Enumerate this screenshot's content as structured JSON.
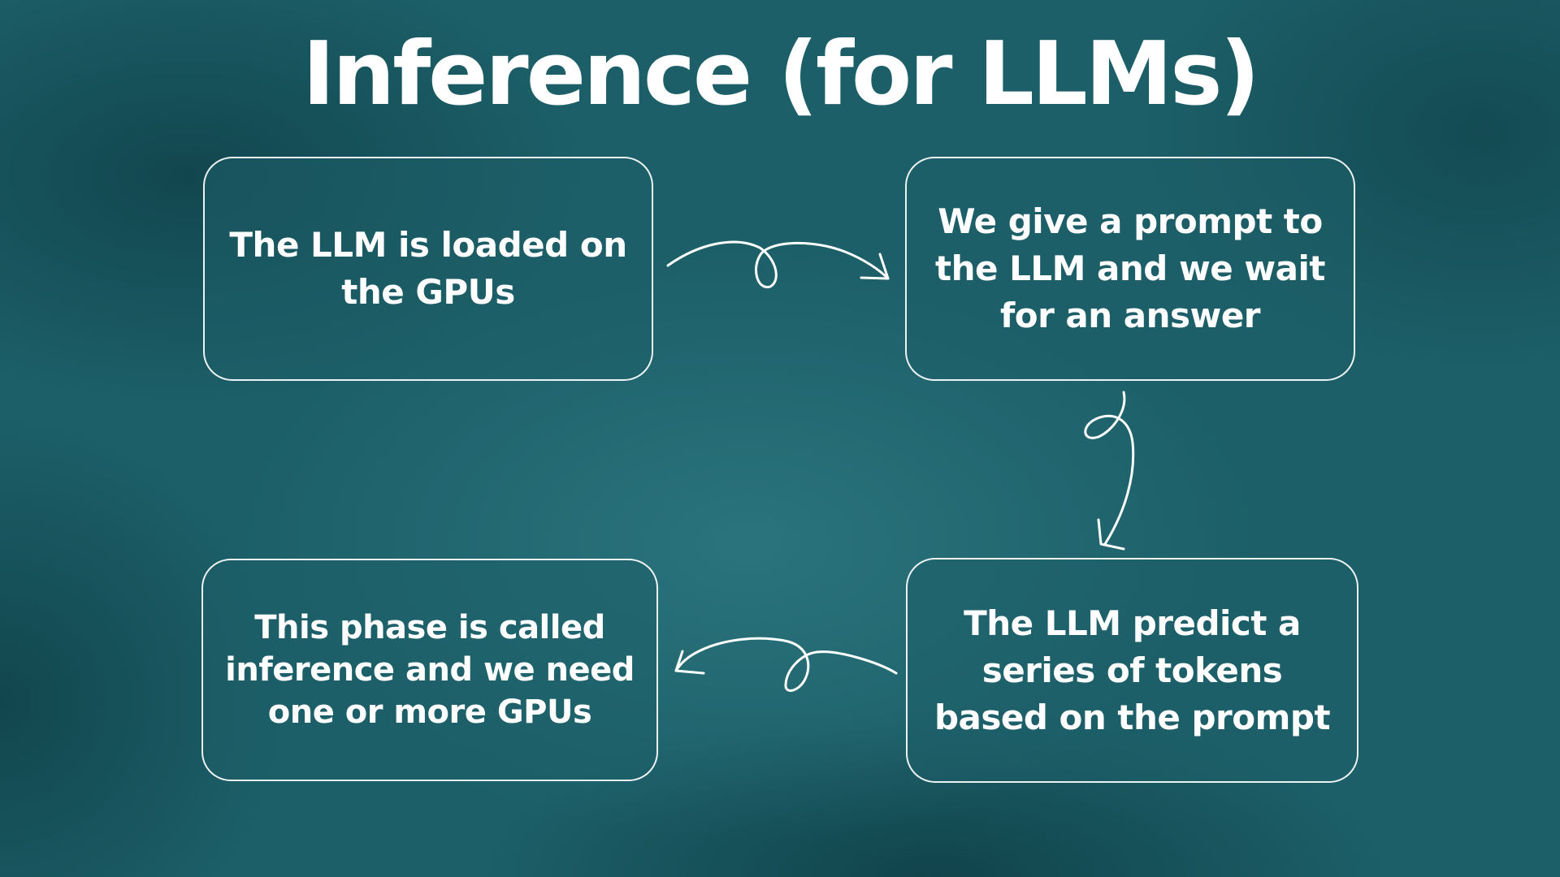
{
  "title": "Inference (for LLMs)",
  "steps": [
    {
      "text": "The LLM is loaded on the GPUs"
    },
    {
      "text": "We give a prompt to the LLM and we wait for an answer"
    },
    {
      "text": "The LLM predict a series of tokens based on the prompt"
    },
    {
      "text": "This phase is called inference and we need one or more GPUs"
    }
  ],
  "colors": {
    "background": "#1c5f68",
    "foreground": "#ffffff"
  }
}
